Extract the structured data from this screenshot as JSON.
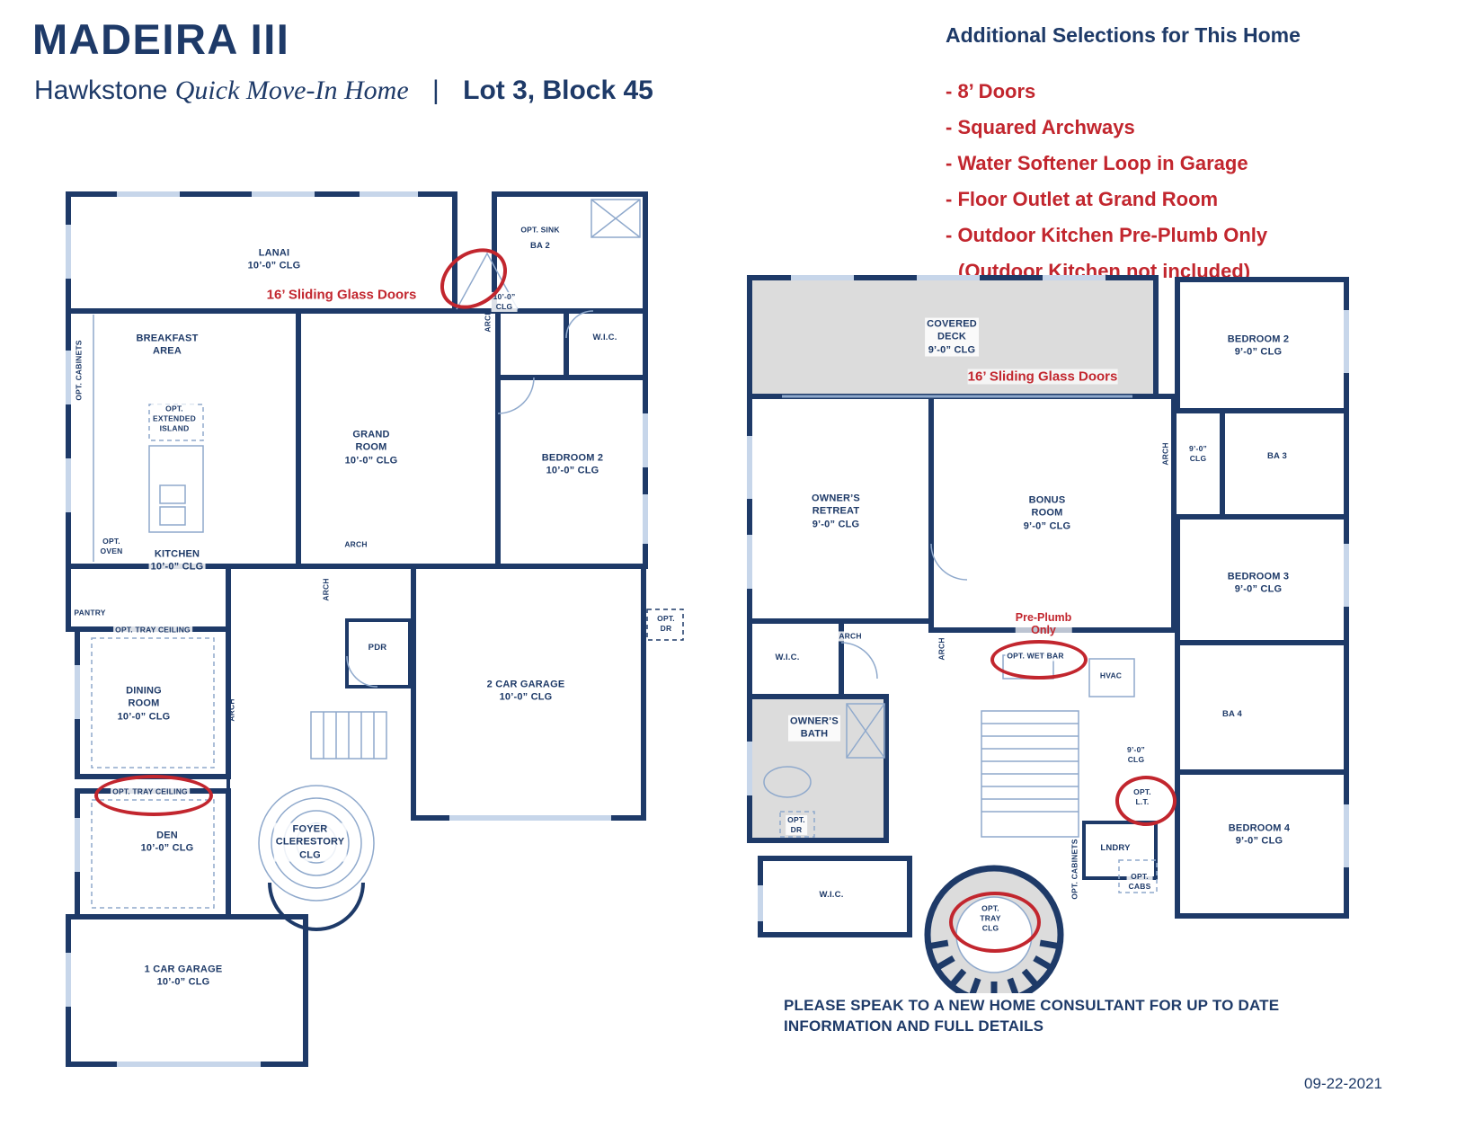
{
  "header": {
    "title": "MADEIRA III",
    "brand": "Hawkstone",
    "subtitle_italic": "Quick Move-In Home",
    "separator": "|",
    "lot": "Lot 3, Block 45"
  },
  "selections": {
    "heading": "Additional Selections for This Home",
    "items": [
      "- 8’ Doors",
      "- Squared Archways",
      "- Water Softener Loop in Garage",
      "- Floor Outlet at Grand Room",
      "- Outdoor Kitchen Pre-Plumb Only",
      "(Outdoor Kitchen not included)"
    ]
  },
  "colors": {
    "navy": "#1e3a68",
    "red": "#c2262e",
    "gray": "#dcdcdc"
  },
  "floor1": {
    "sliding_doors_note": "16’ Sliding Glass Doors",
    "labels": [
      "LANAI\n10’-0” CLG",
      "OPT. SINK",
      "BA 2",
      "W.I.C.",
      "BREAKFAST\nAREA",
      "OPT.\nEXTENDED\nISLAND",
      "GRAND\nROOM\n10’-0” CLG",
      "BEDROOM 2\n10’-0” CLG",
      "OPT. CABINETS",
      "OPT.\nOVEN",
      "KITCHEN\n10’-0” CLG",
      "PANTRY",
      "OPT. TRAY CEILING",
      "DINING\nROOM\n10’-0” CLG",
      "ARCH",
      "ARCH",
      "ARCH",
      "PDR",
      "2 CAR GARAGE\n10’-0” CLG",
      "OPT.\nDR",
      "OPT. TRAY CEILING",
      "DEN\n10’-0” CLG",
      "FOYER\nCLERESTORY\nCLG",
      "1 CAR GARAGE\n10’-0” CLG",
      "10’-0”\nCLG",
      "ARCH"
    ]
  },
  "floor2": {
    "sliding_doors_note": "16’ Sliding Glass Doors",
    "preplumb_note": "Pre-Plumb\nOnly",
    "labels": [
      "COVERED\nDECK\n9’-0” CLG",
      "BEDROOM 2\n9’-0” CLG",
      "ARCH",
      "9’-0”\nCLG",
      "BA 3",
      "OWNER’S\nRETREAT\n9’-0” CLG",
      "BONUS\nROOM\n9’-0” CLG",
      "BEDROOM 3\n9’-0” CLG",
      "W.I.C.",
      "ARCH",
      "ARCH",
      "OPT. WET BAR",
      "HVAC",
      "OWNER’S\nBATH",
      "BA 4",
      "OPT.\nDR",
      "9’-0”\nCLG",
      "OPT.\nL.T.",
      "BEDROOM 4\n9’-0” CLG",
      "W.I.C.",
      "LNDRY",
      "OPT. CABINETS",
      "OPT.\nCABS",
      "OPT.\nTRAY\nCLG"
    ]
  },
  "footer": {
    "disclaimer": "PLEASE SPEAK TO A NEW HOME CONSULTANT FOR UP TO DATE\nINFORMATION AND FULL DETAILS",
    "date": "09-22-2021"
  }
}
